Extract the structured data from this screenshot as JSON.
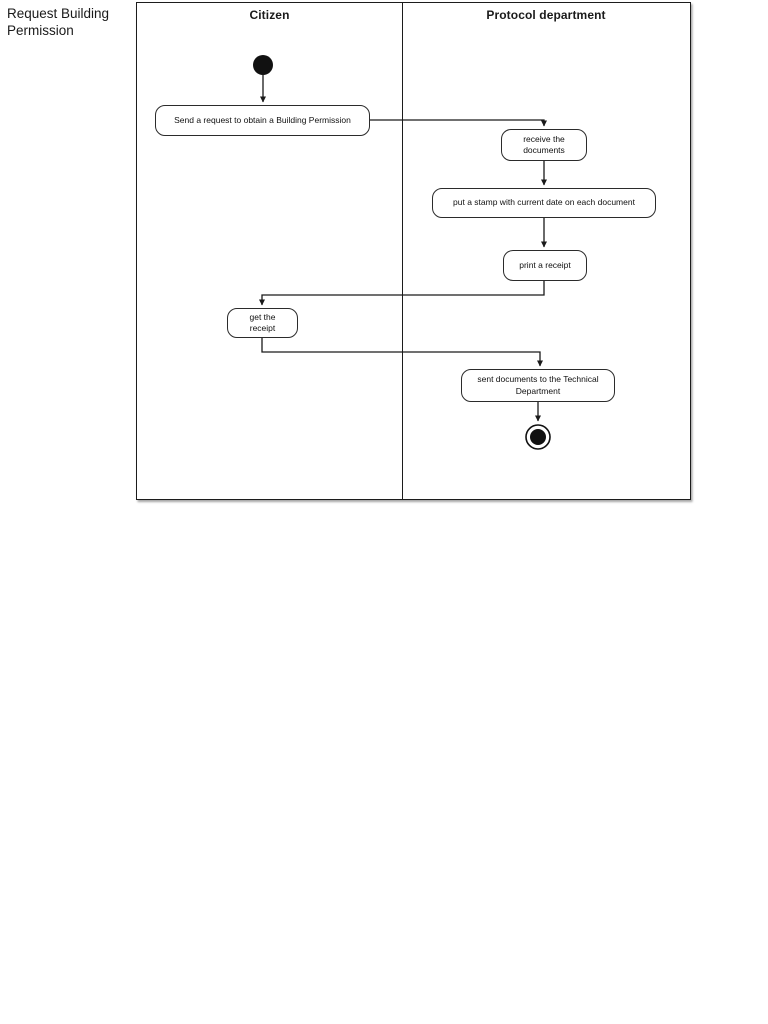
{
  "page": {
    "title": "Request Building Permission"
  },
  "diagram": {
    "type": "uml-activity-diagram-with-swimlanes",
    "lanes": [
      {
        "label": "Citizen"
      },
      {
        "label": "Protocol department"
      }
    ],
    "nodes": {
      "initial": "initial-state",
      "send_request": "Send a request to obtain a Building Permission",
      "receive_documents": "receive the documents",
      "stamp_documents": "put a stamp with current date on each document",
      "print_receipt": "print a receipt",
      "get_receipt": "get the receipt",
      "send_to_technical": "sent documents to the Technical Department",
      "final": "final-state"
    },
    "node_lanes": {
      "send_request": "Citizen",
      "get_receipt": "Citizen",
      "receive_documents": "Protocol department",
      "stamp_documents": "Protocol department",
      "print_receipt": "Protocol department",
      "send_to_technical": "Protocol department",
      "initial": "Citizen",
      "final": "Protocol department"
    },
    "flows": [
      {
        "from": "initial",
        "to": "send_request"
      },
      {
        "from": "send_request",
        "to": "receive_documents"
      },
      {
        "from": "receive_documents",
        "to": "stamp_documents"
      },
      {
        "from": "stamp_documents",
        "to": "print_receipt"
      },
      {
        "from": "print_receipt",
        "to": "get_receipt"
      },
      {
        "from": "get_receipt",
        "to": "send_to_technical"
      },
      {
        "from": "send_to_technical",
        "to": "final"
      }
    ],
    "colors": {
      "line": "#1a1a1a",
      "node_border": "#2b2b2b",
      "node_fill": "#ffffff",
      "background": "#ffffff"
    }
  }
}
